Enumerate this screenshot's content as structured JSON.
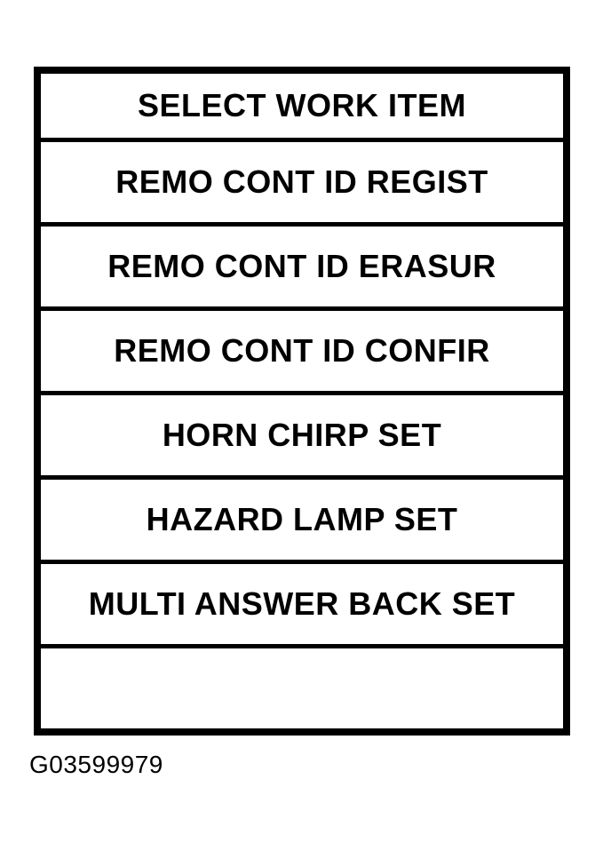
{
  "menu": {
    "title": "SELECT WORK ITEM",
    "items": [
      {
        "label": "REMO CONT ID REGIST"
      },
      {
        "label": "REMO CONT ID ERASUR"
      },
      {
        "label": "REMO CONT ID CONFIR"
      },
      {
        "label": "HORN CHIRP SET"
      },
      {
        "label": "HAZARD LAMP SET"
      },
      {
        "label": "MULTI ANSWER BACK SET"
      }
    ],
    "empty_row": ""
  },
  "caption": "G03599979",
  "colors": {
    "border": "#000000",
    "text": "#000000",
    "background": "#ffffff"
  }
}
